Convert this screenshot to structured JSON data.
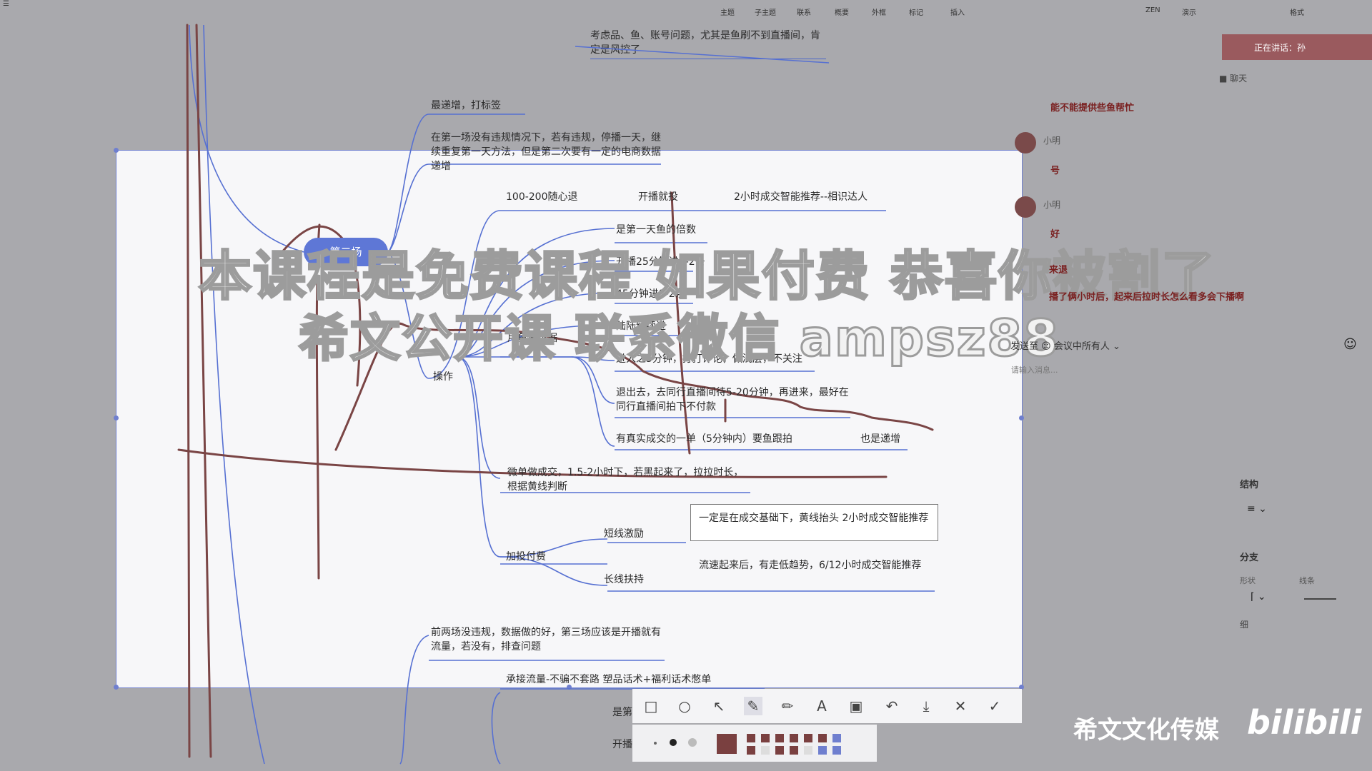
{
  "top_menu": [
    "主题",
    "子主题",
    "联系",
    "概要",
    "外框",
    "标记",
    "插入"
  ],
  "top_right_menu": [
    "ZEN",
    "演示"
  ],
  "format_label": "格式",
  "chat": {
    "speaking_button": "正在讲话：孙",
    "chat_tab": "聊天",
    "messages": [
      {
        "name": "",
        "text": "能不能提供些鱼帮忙"
      },
      {
        "name": "小明",
        "text": "号"
      },
      {
        "name": "小明",
        "text": "好"
      },
      {
        "name": "",
        "text": "来退"
      },
      {
        "name": "",
        "text": "播了俩小时后，起来后拉时长怎么看多会下播啊"
      }
    ],
    "send_to_label": "发送至",
    "send_to_value": "会议中所有人",
    "input_placeholder": "请输入消息..."
  },
  "side_panel": {
    "structure_label": "结构",
    "branch_label": "分支",
    "shape_label": "形状",
    "line_label": "线条",
    "thin_label": "细"
  },
  "mindmap": {
    "top_text": "考虑品、鱼、账号问题，尤其是鱼刷不到直播间，肯定是风控了",
    "root": "第二场",
    "n_escalate": "最递增，打标签",
    "n_first": "在第一场没有违规情况下，若有违规，停播一天，继续重复第一天方法，但是第二次要有一定的电商数据递增",
    "n_100": "100-200随心退",
    "n_kaibo": "开播就投",
    "n_2h": "2小时成交智能推荐--相识达人",
    "n_beishu": "是第一天鱼的倍数",
    "n_25": "开播25分钟进1-2条",
    "n_45": "45分钟进1-2条",
    "n_lulu": "陆陆续续进",
    "n_yongyu": "用鱼做数据",
    "n_jin5": "进入之5分钟，打打评论，做浅层，不关注",
    "n_tui": "退出去，去同行直播间待5-20分钟，再进来，最好在同行直播间拍下不付款",
    "n_zhenshi": "有真实成交的一单（5分钟内）要鱼跟拍",
    "n_yeshi": "也是递增",
    "n_caozuo": "操作",
    "n_weidan": "微单做成交，1.5-2小时下，若黑起来了，拉拉时长，根据黄线判断",
    "n_jiatou": "加投付费",
    "n_duanxian": "短线激励",
    "n_yiding": "一定是在成交基础下，黄线抬头 2小时成交智能推荐",
    "n_changxian": "长线扶持",
    "n_liusu": "流速起来后，有走低趋势，6/12小时成交智能推荐",
    "n_qian": "前两场没违规，数据做的好，第三场应该是开播就有流量，若没有，排查问题",
    "n_chengjie": "承接流量-不骗不套路 塑品话术+福利话术憋单",
    "n_shi": "是第",
    "n_kai": "开播"
  },
  "watermark": {
    "line1": "本课程是免费课程 如果付费 恭喜你被割了",
    "line2": "希文公开课 联系微信 ampsz88"
  },
  "palette_colors": [
    "#7a4040",
    "#7a4040",
    "#7a4040",
    "#7a4040",
    "#7a4040",
    "#7a4040",
    "#6f7fcf",
    "#6f7fcf",
    "#6f7fcf"
  ],
  "brand": {
    "name": "希文文化传媒",
    "logo": "bilibili"
  }
}
